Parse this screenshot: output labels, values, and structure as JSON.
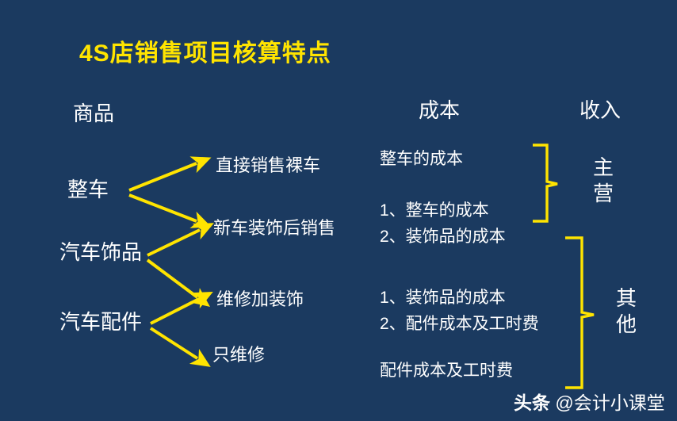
{
  "slide": {
    "title": "4S店销售项目核算特点",
    "background_color": "#1b3a60",
    "title_color": "#ffe400",
    "accent_color": "#ffe400",
    "text_color": "#ffffff"
  },
  "columns": {
    "goods_header": "商品",
    "cost_header": "成本",
    "revenue_header": "收入"
  },
  "goods": [
    {
      "label": "整车"
    },
    {
      "label": "汽车饰品"
    },
    {
      "label": "汽车配件"
    }
  ],
  "sales_items": [
    {
      "label": "直接销售裸车"
    },
    {
      "label": "新车装饰后销售"
    },
    {
      "label": "维修加装饰"
    },
    {
      "label": "只维修"
    }
  ],
  "costs": [
    {
      "lines": [
        "整车的成本"
      ]
    },
    {
      "lines": [
        "1、整车的成本",
        "2、装饰品的成本"
      ]
    },
    {
      "lines": [
        "1、装饰品的成本",
        "2、配件成本及工时费"
      ]
    },
    {
      "lines": [
        "配件成本及工时费"
      ]
    }
  ],
  "cost_lines": {
    "c0_l0": "整车的成本",
    "c1_l0": "1、整车的成本",
    "c1_l1": "2、装饰品的成本",
    "c2_l0": "1、装饰品的成本",
    "c2_l1": "2、配件成本及工时费",
    "c3_l0": "配件成本及工时费"
  },
  "revenue": [
    {
      "label": "主营",
      "chars": [
        "主",
        "营"
      ]
    },
    {
      "label": "其他",
      "chars": [
        "其",
        "他"
      ]
    }
  ],
  "revenue_text": {
    "main": "主\n营",
    "other": "其\n他"
  },
  "watermark": {
    "brand": "头条 ",
    "handle": "@会计小课堂"
  }
}
